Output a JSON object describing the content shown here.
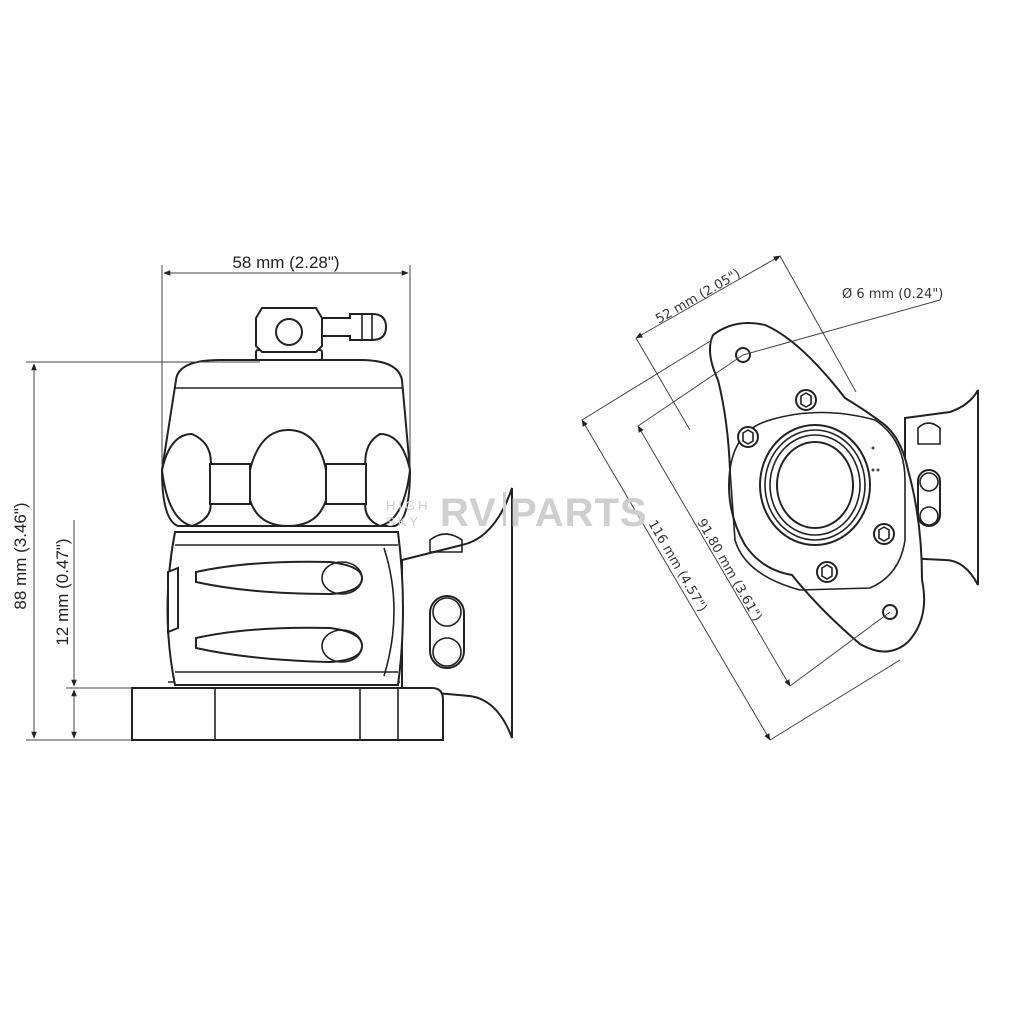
{
  "front_view": {
    "width_label": "58 mm (2.28\")",
    "height_label": "88 mm (3.46\")",
    "flange_label": "12 mm (0.47\")"
  },
  "flange_view": {
    "hole_label": "Ø 6 mm (0.24\")",
    "width_label": "52 mm (2.05\")",
    "hole_spacing_label": "91.80 mm (3.61\")",
    "length_label": "116 mm (4.57\")"
  },
  "watermark": {
    "small_top": "HIGH",
    "small_bottom": "SKY",
    "brand_a": "RV",
    "brand_b": "PARTS"
  },
  "colors": {
    "line": "#222222",
    "watermark": "#cfcfcf",
    "background": "#ffffff"
  }
}
